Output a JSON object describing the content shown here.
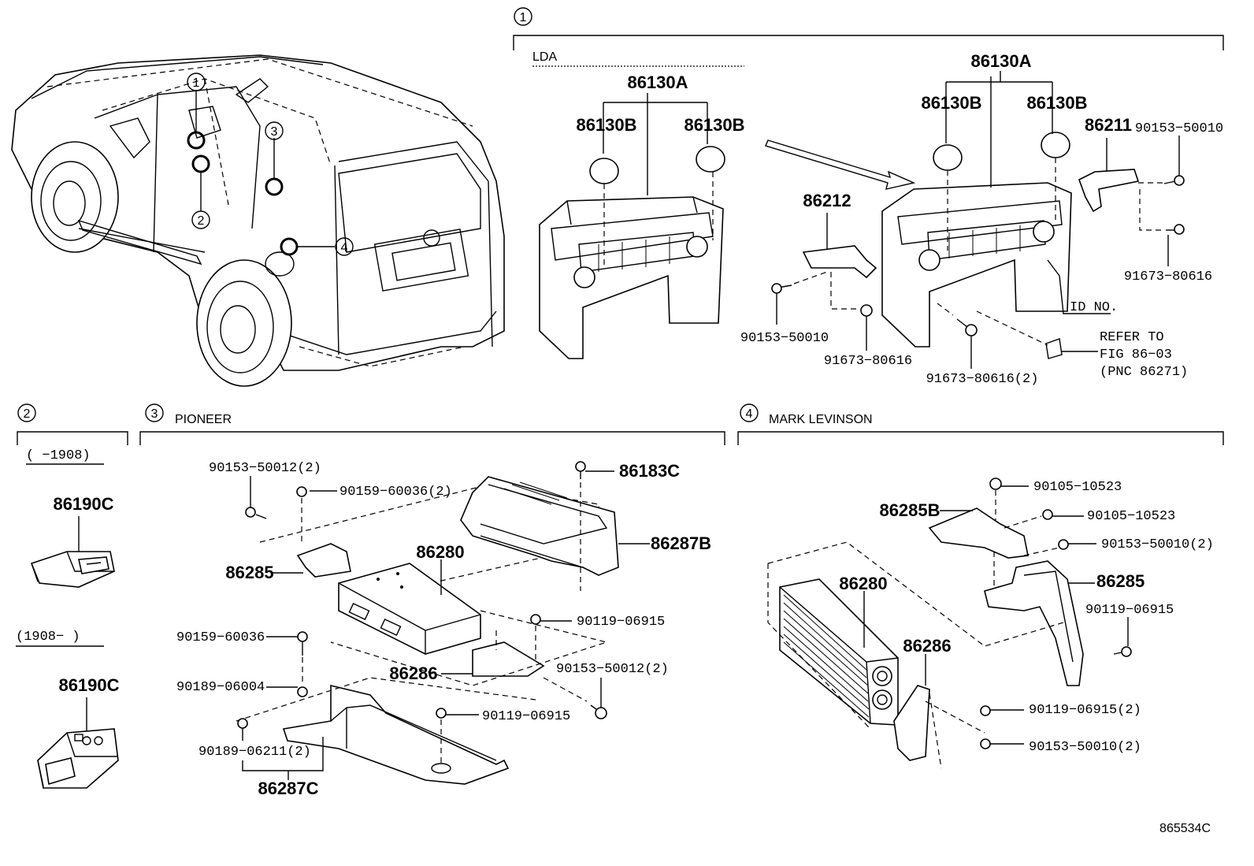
{
  "sections": {
    "s1": {
      "number": "1",
      "sub": "LDA"
    },
    "s2": {
      "number": "2",
      "range_a": "(      −1908)",
      "range_b": "(1908−      )"
    },
    "s3": {
      "number": "3",
      "title": "PIONEER"
    },
    "s4": {
      "number": "4",
      "title": "MARK LEVINSON"
    }
  },
  "callouts": [
    "1",
    "2",
    "3",
    "4"
  ],
  "labels": {
    "s1_left_86130A": "86130A",
    "s1_left_86130B_a": "86130B",
    "s1_left_86130B_b": "86130B",
    "s1_right_86130A": "86130A",
    "s1_right_86130B_a": "86130B",
    "s1_right_86130B_b": "86130B",
    "s1_86211": "86211",
    "s1_90153_50010_a": "90153−50010",
    "s1_86212": "86212",
    "s1_91673_80616_a": "91673−80616",
    "s1_id_no": "ID NO.",
    "s1_90153_50010_b": "90153−50010",
    "s1_91673_80616_b": "91673−80616",
    "s1_91673_80616_2": "91673−80616(2)",
    "s1_refer_1": "REFER TO",
    "s1_refer_2": "FIG 86−03",
    "s1_refer_3": "(PNC 86271)",
    "s2_86190C_a": "86190C",
    "s2_86190C_b": "86190C",
    "s3_90153_50012_2a": "90153−50012(2)",
    "s3_90159_60036_2": "90159−60036(2)",
    "s3_86183C": "86183C",
    "s3_86287B": "86287B",
    "s3_86285": "86285",
    "s3_86280": "86280",
    "s3_90119_06915_a": "90119−06915",
    "s3_90159_60036": "90159−60036",
    "s3_86286": "86286",
    "s3_90153_50012_2b": "90153−50012(2)",
    "s3_90189_06004": "90189−06004",
    "s3_90119_06915_b": "90119−06915",
    "s3_90189_06211_2": "90189−06211(2)",
    "s3_86287C": "86287C",
    "s4_90105_10523_a": "90105−10523",
    "s4_86285B": "86285B",
    "s4_90105_10523_b": "90105−10523",
    "s4_90153_50010_2a": "90153−50010(2)",
    "s4_86285": "86285",
    "s4_86280": "86280",
    "s4_90119_06915": "90119−06915",
    "s4_86286": "86286",
    "s4_90119_06915_2": "90119−06915(2)",
    "s4_90153_50010_2b": "90153−50010(2)"
  },
  "figure_id": "865534C"
}
